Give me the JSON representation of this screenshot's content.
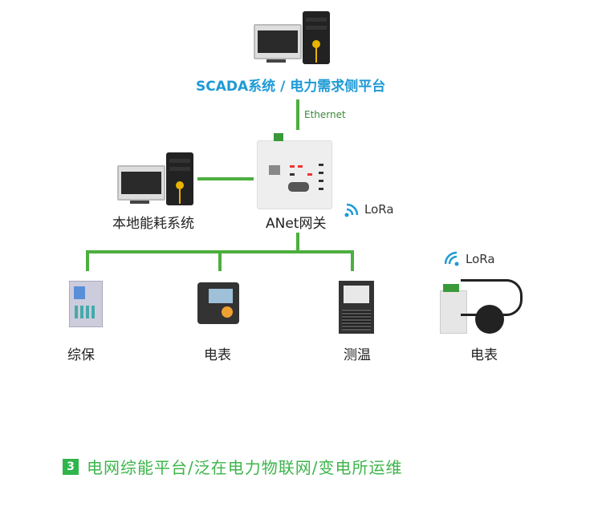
{
  "top_system": {
    "label": "SCADA系统 / 电力需求侧平台"
  },
  "link": {
    "label": "Ethernet"
  },
  "local_system": {
    "label": "本地能耗系统"
  },
  "gateway": {
    "label": "ANet网关"
  },
  "lora_gateway": {
    "label": "LoRa"
  },
  "lora_device": {
    "label": "LoRa"
  },
  "devices": [
    {
      "label": "综保"
    },
    {
      "label": "电表"
    },
    {
      "label": "测温"
    },
    {
      "label": "电表"
    }
  ],
  "footer": {
    "number": "3",
    "text": "电网综能平台/泛在电力物联网/变电所运维"
  },
  "colors": {
    "line": "#4caf3f",
    "title": "#1e9ad6",
    "footer": "#3cb54a",
    "badge": "#2fb54a"
  }
}
